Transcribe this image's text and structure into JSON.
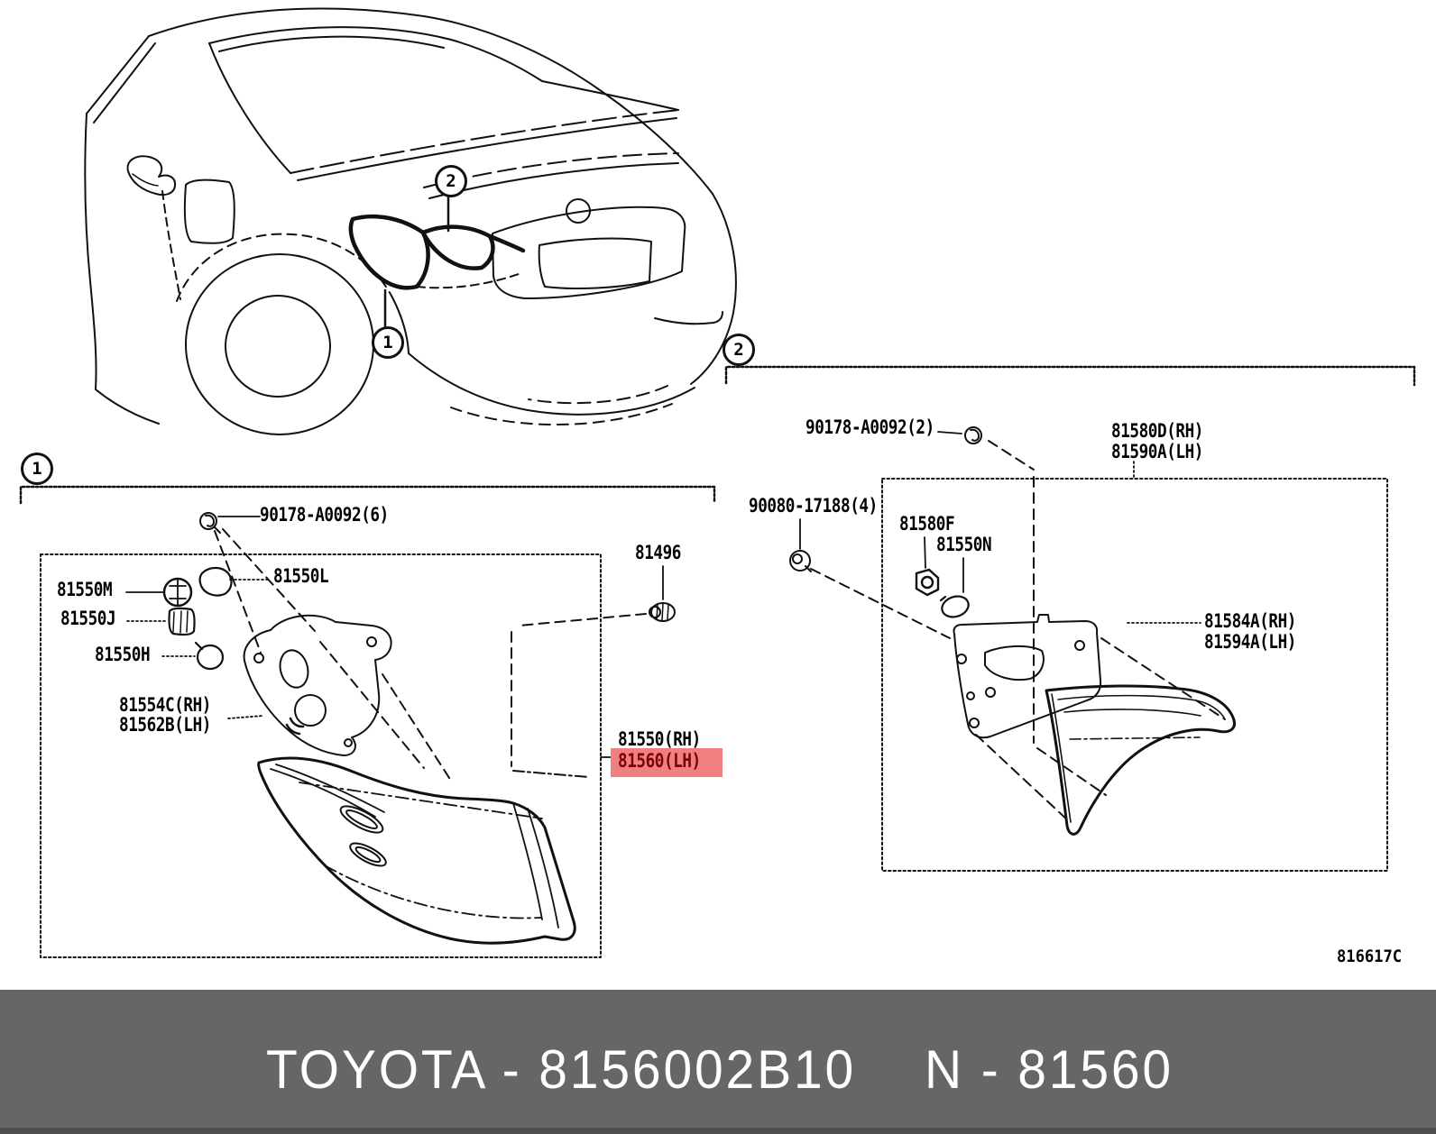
{
  "callouts": {
    "car_outer_lamp": "1",
    "car_inner_lamp": "2",
    "section_outer": "1",
    "section_inner": "2"
  },
  "outer_section": {
    "parts": {
      "clip": "90178-A0092(6)",
      "bulb": "81550L",
      "socket_m": "81550M",
      "socket_j": "81550J",
      "bulb_h": "81550H",
      "gasket_rh": "81554C(RH)",
      "gasket_lh": "81562B(LH)",
      "screw": "81496",
      "lamp_rh": "81550(RH)",
      "lamp_lh": "81560(LH)"
    }
  },
  "inner_section": {
    "parts": {
      "clip": "90178-A0092(2)",
      "lamp_rh": "81580D(RH)",
      "lamp_lh": "81590A(LH)",
      "nut": "90080-17188(4)",
      "socket": "81580F",
      "bulb": "81550N",
      "gasket_rh": "81584A(RH)",
      "gasket_lh": "81594A(LH)"
    }
  },
  "diagram_ref": "816617C",
  "footer": {
    "brand_code": "TOYOTA - 8156002B10",
    "part_code": "N - 81560"
  },
  "icons": {
    "clip": "clip-fastener-icon",
    "screw": "screw-icon",
    "nut": "nut-icon",
    "bulb": "bulb-icon",
    "socket": "bulb-socket-icon"
  },
  "colors": {
    "highlight": "#f08080",
    "highlight_text": "#7f0000",
    "footer_bg": "#666666",
    "footer_text": "#ffffff",
    "ink": "#000000"
  }
}
